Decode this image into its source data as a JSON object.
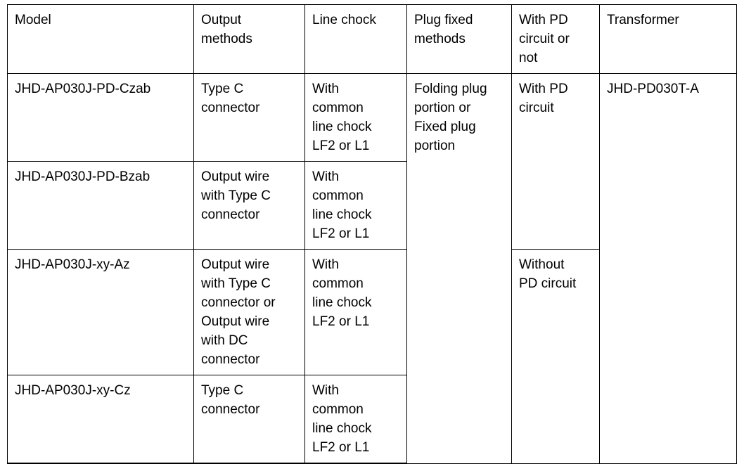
{
  "document": {
    "type": "specification-table",
    "background_color": "#ffffff",
    "text_color": "#000000",
    "border_color": "#000000"
  },
  "table": {
    "headers": [
      "Model",
      "Output\nmethods",
      "Line chock",
      "Plug fixed\nmethods",
      "With PD\ncircuit or\nnot",
      "Transformer"
    ],
    "rows": [
      {
        "model": "JHD-AP030J-PD-Czab",
        "output_methods": "Type C\nconnector",
        "line_chock": "With\ncommon\nline chock\nLF2 or L1",
        "plug_fixed_methods": "Folding plug\nportion or\nFixed plug\nportion",
        "pd_circuit": "With PD\ncircuit",
        "transformer": "JHD-PD030T-A"
      },
      {
        "model": "JHD-AP030J-PD-Bzab",
        "output_methods": "Output wire\nwith Type C\nconnector",
        "line_chock": "With\ncommon\nline chock\nLF2 or L1"
      },
      {
        "model": "JHD-AP030J-xy-Az",
        "output_methods": "Output wire\nwith Type C\nconnector or\nOutput wire\nwith DC\nconnector",
        "line_chock": "With\ncommon\nline chock\nLF2 or L1",
        "pd_circuit": "Without\nPD circuit"
      },
      {
        "model": "JHD-AP030J-xy-Cz",
        "output_methods": "Type C\nconnector",
        "line_chock": "With\ncommon\nline chock\nLF2 or L1"
      }
    ]
  }
}
